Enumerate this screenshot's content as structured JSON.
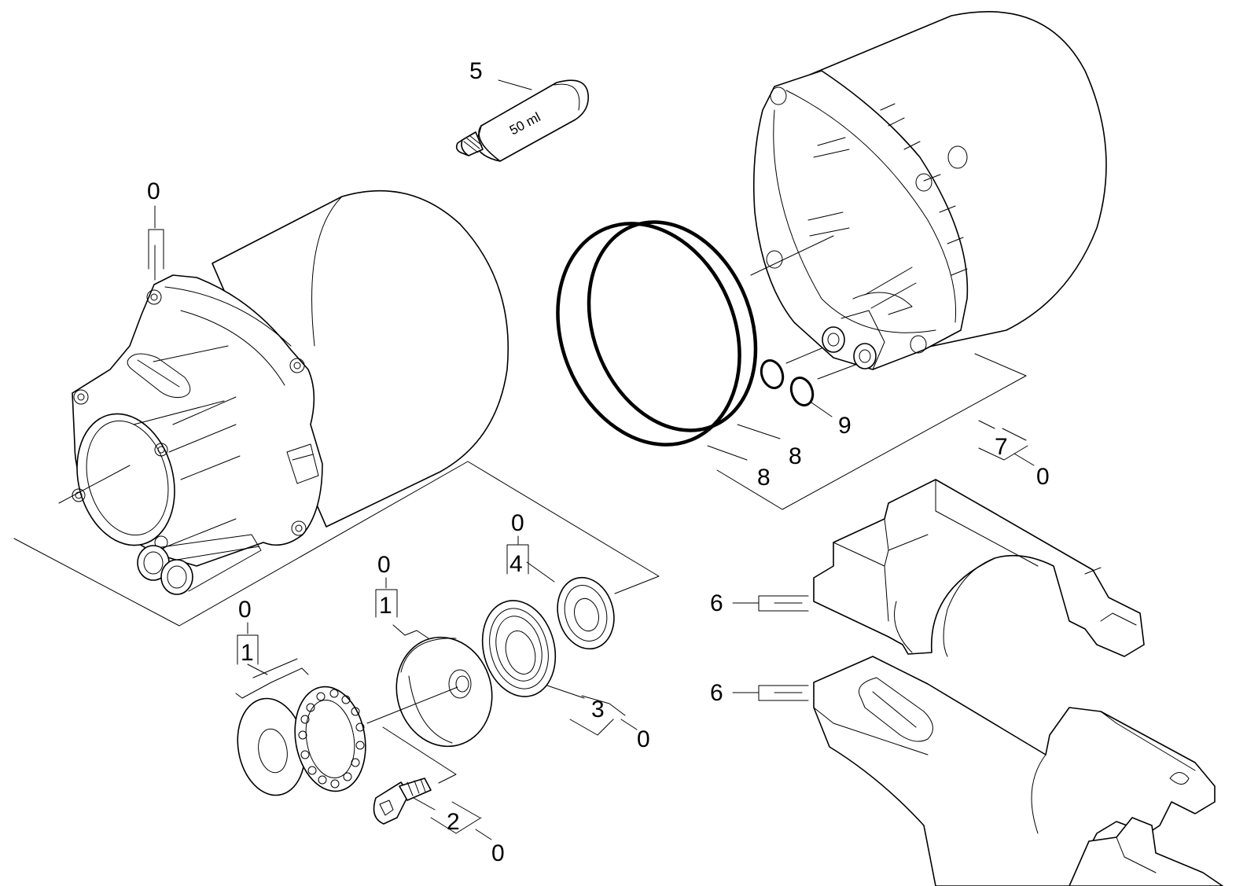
{
  "tube_text": "50 ml",
  "callouts": {
    "c5": "5",
    "c0_top_left": "0",
    "c8_a": "8",
    "c8_b": "8",
    "c9": "9",
    "c7": "7",
    "c0_7": "0",
    "c0_4": "0",
    "c4": "4",
    "c0_1a": "0",
    "c1a": "1",
    "c0_1b": "0",
    "c1b": "1",
    "c3": "3",
    "c0_3": "0",
    "c2": "2",
    "c0_2": "0",
    "c6_top": "6",
    "c6_bottom": "6"
  },
  "colors": {
    "line": "#000000",
    "background": "#ffffff"
  }
}
